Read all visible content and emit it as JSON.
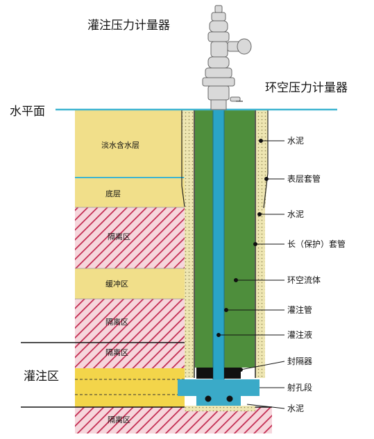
{
  "labels": {
    "top_gauge": "灌注压力计量器",
    "annulus_gauge": "环空压力计量器",
    "water_level": "水平面",
    "injection_zone": "灌注区"
  },
  "strata": [
    {
      "key": "freshwater",
      "label": "淡水含水层"
    },
    {
      "key": "base",
      "label": "底层"
    },
    {
      "key": "iso1",
      "label": "隔离区"
    },
    {
      "key": "buffer",
      "label": "缓冲区"
    },
    {
      "key": "iso2",
      "label": "隔离区"
    },
    {
      "key": "iso3",
      "label": "隔离区"
    },
    {
      "key": "iso_bottom",
      "label": "隔离区"
    }
  ],
  "callouts": [
    {
      "key": "cement_top",
      "label": "水泥"
    },
    {
      "key": "surface_casing",
      "label": "表层套管"
    },
    {
      "key": "cement_mid",
      "label": "水泥"
    },
    {
      "key": "long_casing",
      "label": "长（保护）套管"
    },
    {
      "key": "annulus_fluid",
      "label": "环空流体"
    },
    {
      "key": "injection_pipe",
      "label": "灌注管"
    },
    {
      "key": "injection_fluid",
      "label": "灌注液"
    },
    {
      "key": "packer",
      "label": "封隔器"
    },
    {
      "key": "perforation",
      "label": "射孔段"
    },
    {
      "key": "cement_bottom",
      "label": "水泥"
    }
  ],
  "colors": {
    "yellow": "#f1df8a",
    "hatch_bg": "#f6d6dc",
    "hatch_line": "#c2294f",
    "green": "#4e8e3c",
    "blue_pipe": "#2aa4c6",
    "water_line": "#3fb4d1",
    "cement": "#eee6b2",
    "injection_zone": "#f3d54a",
    "perforation_block": "#3aaac8",
    "packer": "#111111"
  }
}
